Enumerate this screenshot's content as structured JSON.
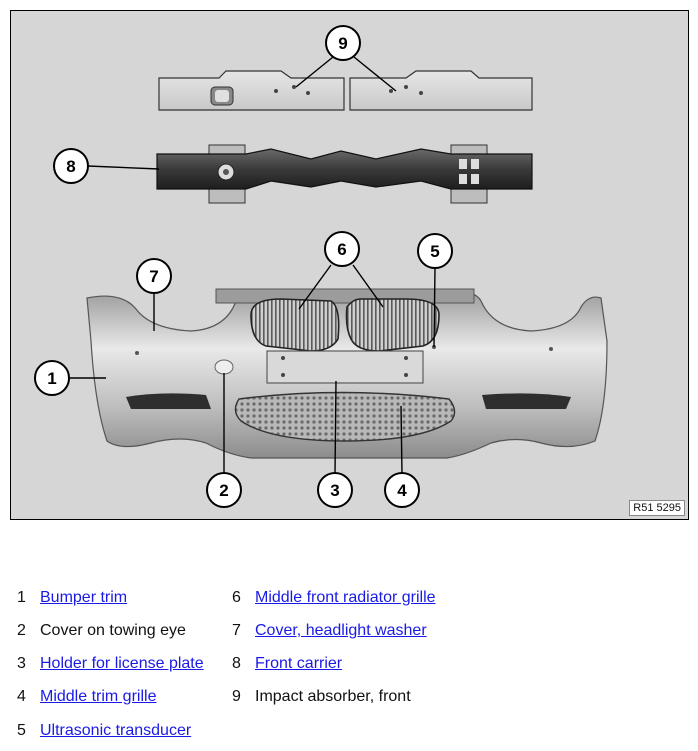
{
  "diagram": {
    "reference_code": "R51 5295",
    "callouts": [
      "1",
      "2",
      "3",
      "4",
      "5",
      "6",
      "7",
      "8",
      "9"
    ]
  },
  "legend": [
    {
      "number": "1",
      "label": "Bumper trim",
      "is_link": true
    },
    {
      "number": "2",
      "label": "Cover on towing eye",
      "is_link": false
    },
    {
      "number": "3",
      "label": "Holder for license plate",
      "is_link": true
    },
    {
      "number": "4",
      "label": "Middle trim grille",
      "is_link": true
    },
    {
      "number": "5",
      "label": "Ultrasonic transducer",
      "is_link": true
    },
    {
      "number": "6",
      "label": "Middle front radiator grille",
      "is_link": true
    },
    {
      "number": "7",
      "label": "Cover, headlight washer",
      "is_link": true
    },
    {
      "number": "8",
      "label": "Front carrier",
      "is_link": true
    },
    {
      "number": "9",
      "label": "Impact absorber, front",
      "is_link": false
    }
  ],
  "colors": {
    "link": "#1a1ae6",
    "diagram_bg": "#d6d6d6"
  }
}
